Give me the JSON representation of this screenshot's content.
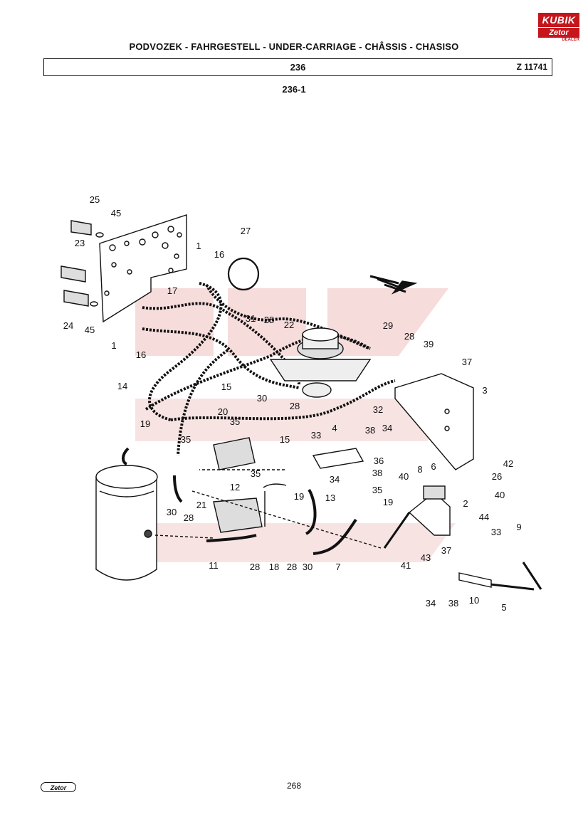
{
  "header": {
    "heading": "PODVOZEK - FAHRGESTELL - UNDER-CARRIAGE - CHÂSSIS - CHASISO",
    "group_number": "236",
    "drawing_code": "Z 11741",
    "subgroup": "236-1"
  },
  "logo": {
    "top_text": "KUBIK",
    "middle_text": "Zetor",
    "bottom_text": "DEALER"
  },
  "diagram": {
    "watermark_color": "#f0c0c0",
    "line_color": "#111111",
    "labels": [
      {
        "id": "l25",
        "text": "25"
      },
      {
        "id": "l45a",
        "text": "45"
      },
      {
        "id": "l23",
        "text": "23"
      },
      {
        "id": "l24",
        "text": "24"
      },
      {
        "id": "l45b",
        "text": "45"
      },
      {
        "id": "l1a",
        "text": "1"
      },
      {
        "id": "l16a",
        "text": "16"
      },
      {
        "id": "l17",
        "text": "17"
      },
      {
        "id": "l1b",
        "text": "1"
      },
      {
        "id": "l16b",
        "text": "16"
      },
      {
        "id": "l27",
        "text": "27"
      },
      {
        "id": "l31",
        "text": "31"
      },
      {
        "id": "l28a",
        "text": "28"
      },
      {
        "id": "l22",
        "text": "22"
      },
      {
        "id": "l29",
        "text": "29"
      },
      {
        "id": "l28b",
        "text": "28"
      },
      {
        "id": "l39",
        "text": "39"
      },
      {
        "id": "l37a",
        "text": "37"
      },
      {
        "id": "l3",
        "text": "3"
      },
      {
        "id": "l14",
        "text": "14"
      },
      {
        "id": "l15a",
        "text": "15"
      },
      {
        "id": "l30a",
        "text": "30"
      },
      {
        "id": "l28c",
        "text": "28"
      },
      {
        "id": "l20",
        "text": "20"
      },
      {
        "id": "l19a",
        "text": "19"
      },
      {
        "id": "l35a",
        "text": "35"
      },
      {
        "id": "l35b",
        "text": "35"
      },
      {
        "id": "l15b",
        "text": "15"
      },
      {
        "id": "l32",
        "text": "32"
      },
      {
        "id": "l33a",
        "text": "33"
      },
      {
        "id": "l4",
        "text": "4"
      },
      {
        "id": "l38a",
        "text": "38"
      },
      {
        "id": "l34a",
        "text": "34"
      },
      {
        "id": "l36",
        "text": "36"
      },
      {
        "id": "l38b",
        "text": "38"
      },
      {
        "id": "l34b",
        "text": "34"
      },
      {
        "id": "l35c",
        "text": "35"
      },
      {
        "id": "l12",
        "text": "12"
      },
      {
        "id": "l19b",
        "text": "19"
      },
      {
        "id": "l13",
        "text": "13"
      },
      {
        "id": "l35d",
        "text": "35"
      },
      {
        "id": "l19c",
        "text": "19"
      },
      {
        "id": "l30b",
        "text": "30"
      },
      {
        "id": "l28d",
        "text": "28"
      },
      {
        "id": "l21",
        "text": "21"
      },
      {
        "id": "l40a",
        "text": "40"
      },
      {
        "id": "l8",
        "text": "8"
      },
      {
        "id": "l6",
        "text": "6"
      },
      {
        "id": "l42",
        "text": "42"
      },
      {
        "id": "l26",
        "text": "26"
      },
      {
        "id": "l40b",
        "text": "40"
      },
      {
        "id": "l2",
        "text": "2"
      },
      {
        "id": "l44",
        "text": "44"
      },
      {
        "id": "l11",
        "text": "11"
      },
      {
        "id": "l28e",
        "text": "28"
      },
      {
        "id": "l18",
        "text": "18"
      },
      {
        "id": "l28f",
        "text": "28"
      },
      {
        "id": "l30c",
        "text": "30"
      },
      {
        "id": "l7",
        "text": "7"
      },
      {
        "id": "l41",
        "text": "41"
      },
      {
        "id": "l43",
        "text": "43"
      },
      {
        "id": "l37b",
        "text": "37"
      },
      {
        "id": "l33b",
        "text": "33"
      },
      {
        "id": "l9",
        "text": "9"
      },
      {
        "id": "l34c",
        "text": "34"
      },
      {
        "id": "l38c",
        "text": "38"
      },
      {
        "id": "l10",
        "text": "10"
      },
      {
        "id": "l5",
        "text": "5"
      }
    ]
  },
  "footer": {
    "logo_text": "Zetor",
    "page_number": "268"
  }
}
